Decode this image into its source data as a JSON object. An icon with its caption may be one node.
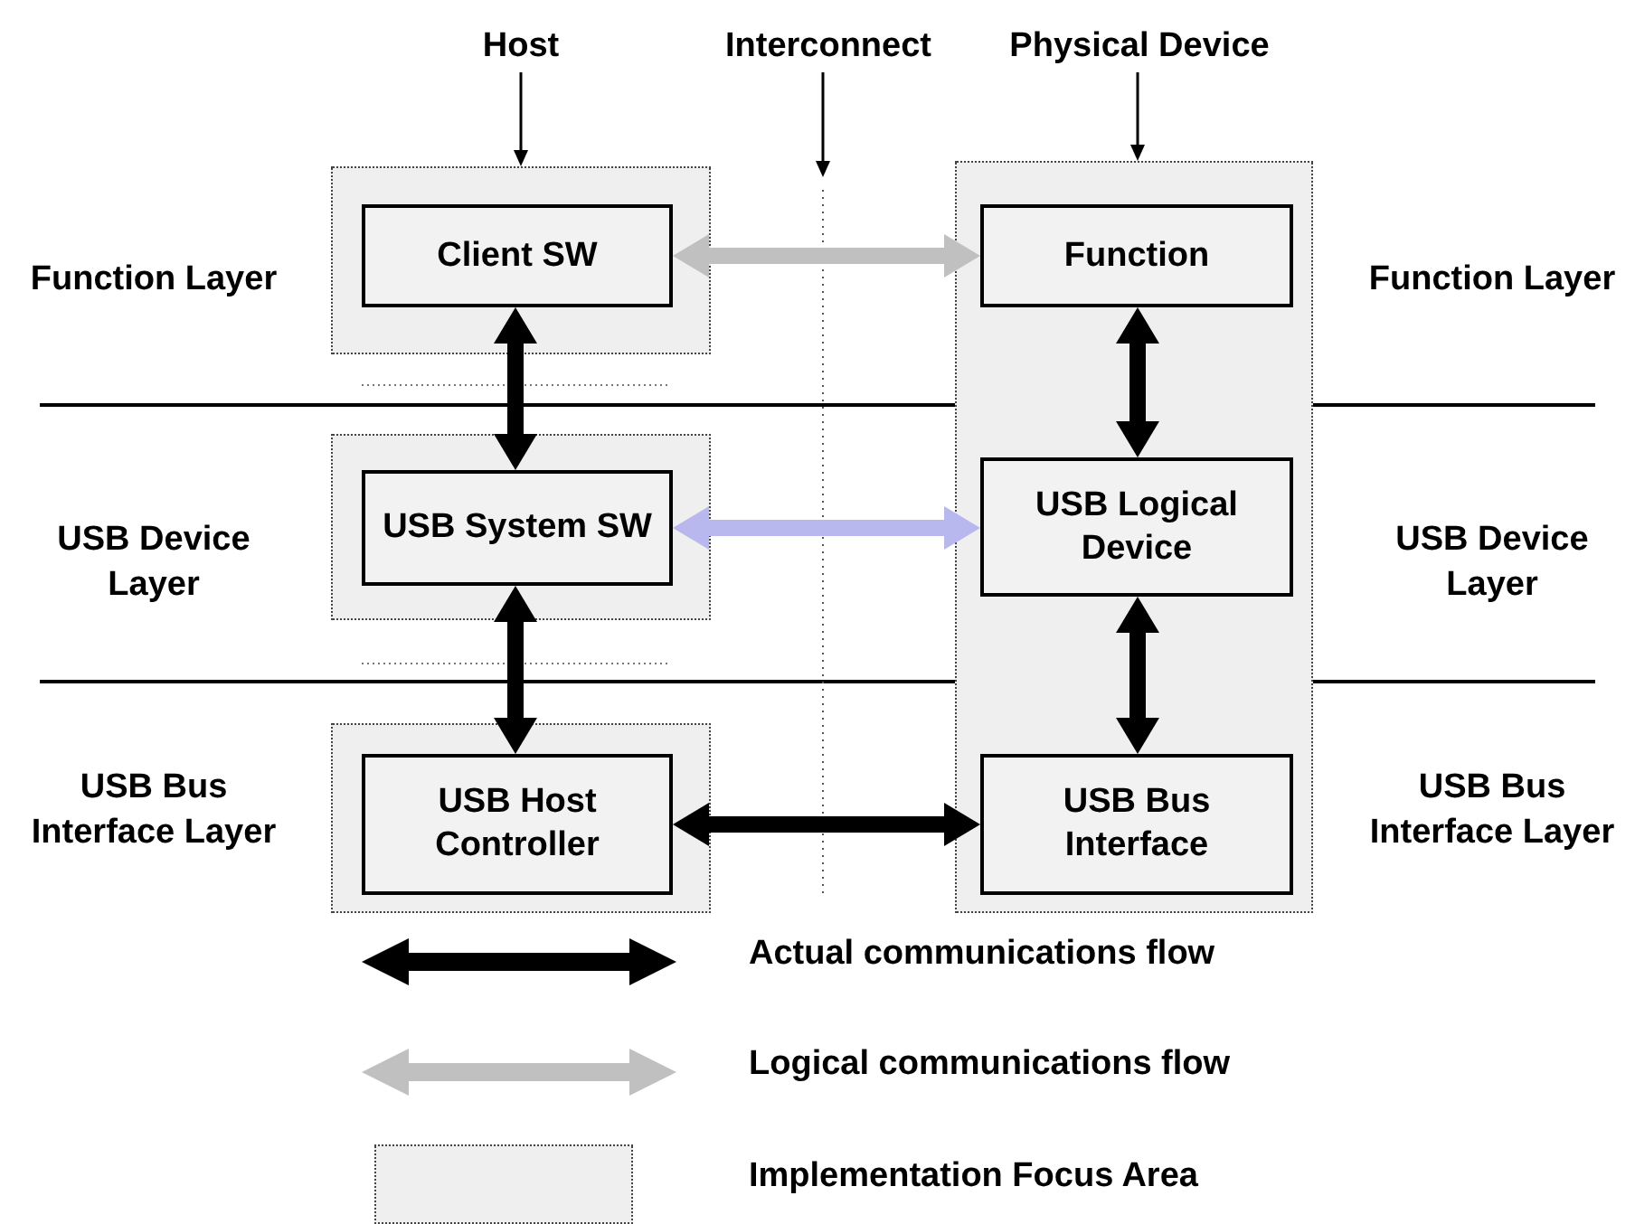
{
  "diagram": {
    "nodes": [
      {
        "text": [
          "Host"
        ]
      },
      {
        "text": [
          "Interconnect"
        ]
      },
      {
        "text": [
          "Physical Device"
        ]
      },
      {
        "text": [],
        "shape": "box"
      },
      {
        "text": [
          "Client SW"
        ],
        "in": 3
      },
      {
        "text": [],
        "shape": "box"
      },
      {
        "text": [
          "USB System SW"
        ],
        "in": 5
      },
      {
        "text": [],
        "shape": "box"
      },
      {
        "text": [
          "USB Host Controller"
        ],
        "in": 7
      },
      {
        "text": [],
        "shape": "box"
      },
      {
        "text": [
          "Function"
        ],
        "in": 9
      },
      {
        "text": [
          "USB Logical Device"
        ],
        "in": 9
      },
      {
        "text": [
          "USB Bus Interface"
        ],
        "in": 9
      }
    ],
    "edges": [
      {
        "from": 0,
        "to": 3,
        "arrow": "to"
      },
      {
        "from": 1,
        "to": null,
        "arrow": "to"
      },
      {
        "from": 2,
        "to": 9,
        "arrow": "to"
      },
      {
        "from": 4,
        "to": 10,
        "arrow": "both",
        "color": "#c0c0c0"
      },
      {
        "from": 4,
        "to": 6,
        "arrow": "both"
      },
      {
        "from": 10,
        "to": 11,
        "arrow": "both"
      },
      {
        "from": 6,
        "to": 11,
        "arrow": "both",
        "color": "#b8b8ee"
      },
      {
        "from": 6,
        "to": 8,
        "arrow": "both"
      },
      {
        "from": 11,
        "to": 12,
        "arrow": "both"
      },
      {
        "from": 8,
        "to": 12,
        "arrow": "both"
      }
    ],
    "labels": [
      "Function Layer",
      "Function Layer",
      "USB Device Layer",
      "USB Device Layer",
      "USB Bus Interface Layer",
      "USB Bus Interface Layer"
    ],
    "legend": [
      {
        "text": "Actual communications flow"
      },
      {
        "text": "Logical communications flow"
      },
      {
        "text": "Implementation Focus Area"
      }
    ]
  }
}
